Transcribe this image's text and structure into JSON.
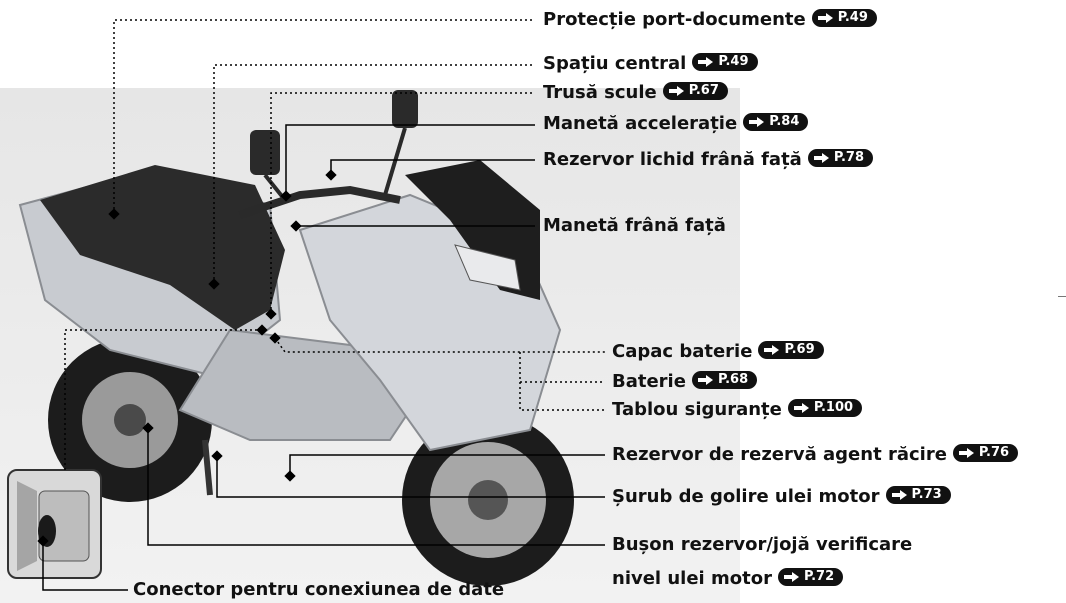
{
  "labels": {
    "protectie": {
      "text": "Protecție port-documente",
      "page": "P.49"
    },
    "spatiu": {
      "text": "Spațiu central",
      "page": "P.49"
    },
    "trusa": {
      "text": "Trusă scule",
      "page": "P.67"
    },
    "maneta_acc": {
      "text": "Manetă accelerație",
      "page": "P.84"
    },
    "rezervor_frana": {
      "text": "Rezervor lichid frână față",
      "page": "P.78"
    },
    "maneta_frana": {
      "text": "Manetă frână față"
    },
    "capac": {
      "text": "Capac baterie",
      "page": "P.69"
    },
    "baterie": {
      "text": "Baterie",
      "page": "P.68"
    },
    "tablou": {
      "text": "Tablou siguranțe",
      "page": "P.100"
    },
    "racire": {
      "text": "Rezervor de rezervă agent răcire",
      "page": "P.76"
    },
    "surub": {
      "text": "Șurub de golire ulei motor",
      "page": "P.73"
    },
    "buson_1": {
      "text": "Bușon rezervor/jojă verificare"
    },
    "buson_2": {
      "text": "nivel ulei motor",
      "page": "P.72"
    },
    "conector": {
      "text": "Conector pentru conexiunea de date"
    }
  },
  "illustration": {
    "subject": "scooter-illustration",
    "body_color": "#c8cbd0",
    "seat_color": "#2b2b2b",
    "windshield_color": "#1e1e1e",
    "accent_color": "#111111"
  }
}
